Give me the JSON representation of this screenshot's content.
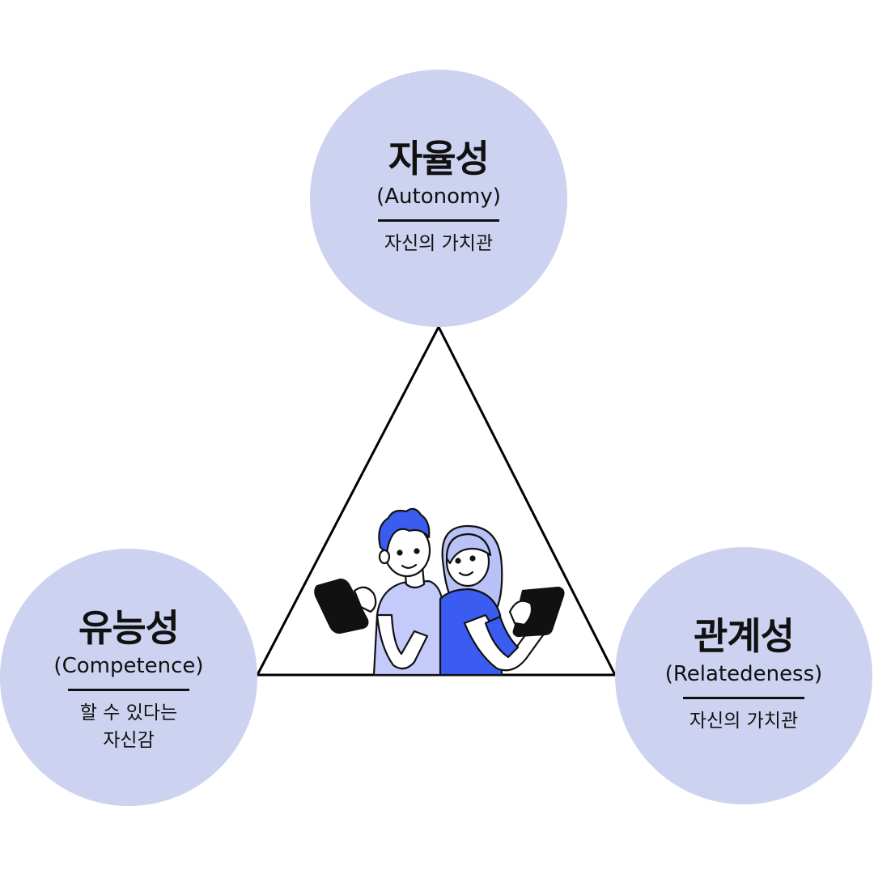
{
  "colors": {
    "circle_fill": "#ccd2f0",
    "triangle_stroke": "#000000",
    "accent_blue": "#3b5cf0",
    "light_blue": "#b9c2f7",
    "text": "#111111"
  },
  "nodes": {
    "autonomy": {
      "title": "자율성",
      "subtitle": "(Autonomy)",
      "description": "자신의 가치관"
    },
    "competence": {
      "title": "유능성",
      "subtitle": "(Competence)",
      "description_line1": "할 수 있다는",
      "description_line2": "자신감"
    },
    "relatedness": {
      "title": "관계성",
      "subtitle": "(Relatedeness)",
      "description": "자신의 가치관"
    }
  },
  "illustration": {
    "icon": "two-people-with-tablets-illustration"
  }
}
